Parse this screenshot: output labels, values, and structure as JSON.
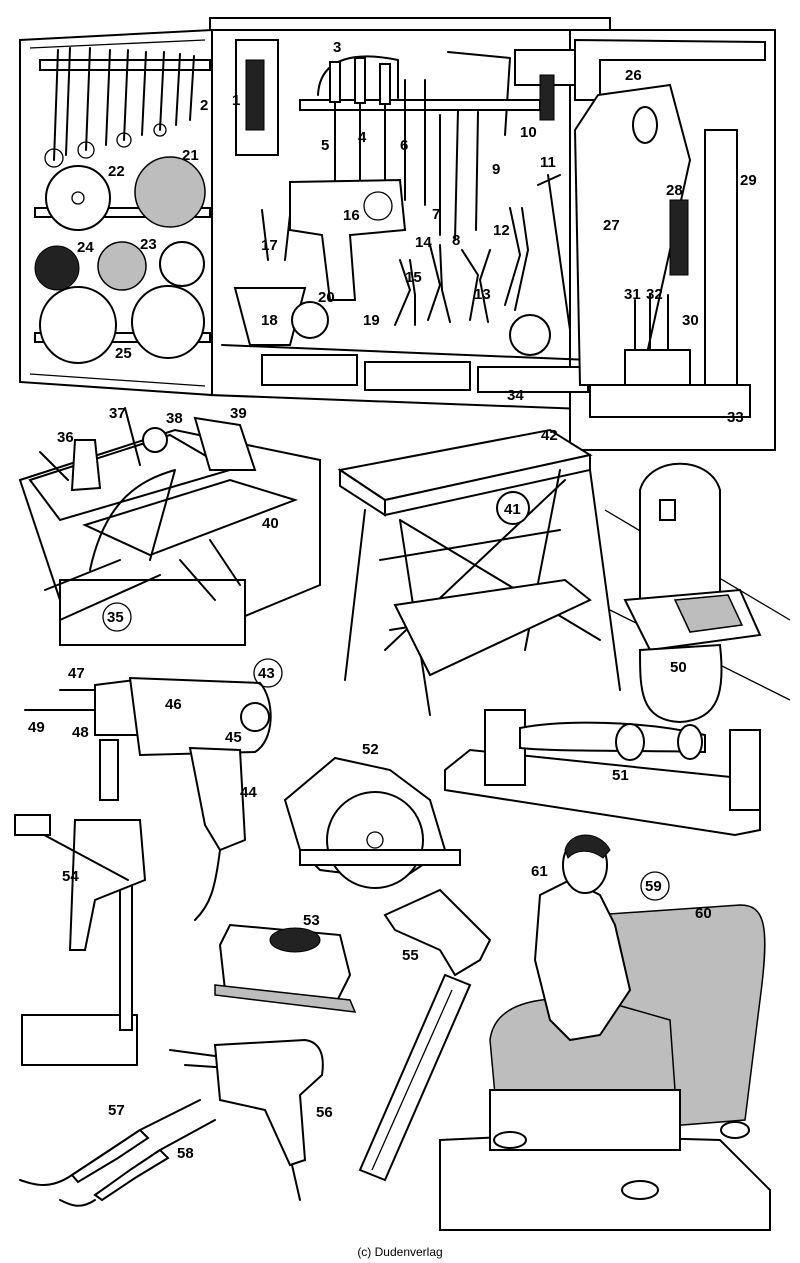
{
  "labels": [
    "1",
    "2",
    "3",
    "4",
    "5",
    "6",
    "7",
    "8",
    "9",
    "10",
    "11",
    "12",
    "13",
    "14",
    "15",
    "16",
    "17",
    "18",
    "19",
    "20",
    "21",
    "22",
    "23",
    "24",
    "25",
    "26",
    "27",
    "28",
    "29",
    "30",
    "31",
    "32",
    "33",
    "34",
    "35",
    "36",
    "37",
    "38",
    "39",
    "40",
    "41",
    "42",
    "43",
    "44",
    "45",
    "46",
    "47",
    "48",
    "49",
    "50",
    "51",
    "52",
    "53",
    "54",
    "55",
    "56",
    "57",
    "58",
    "59",
    "60",
    "61"
  ],
  "copyright": "(c) Dudenverlag"
}
